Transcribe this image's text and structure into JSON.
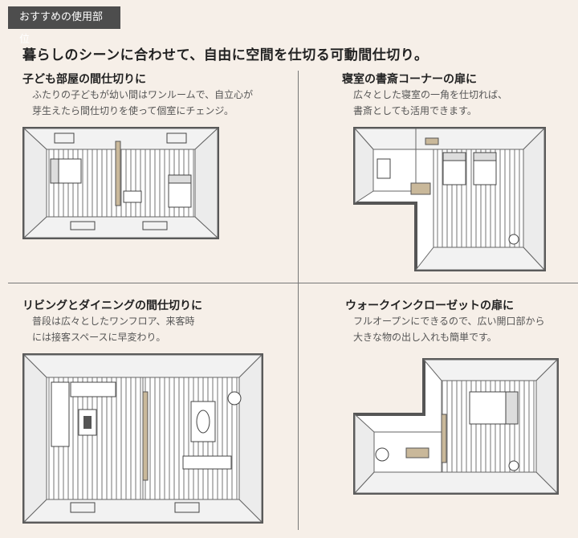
{
  "tag": "おすすめの使用部位",
  "headline": "暮らしのシーンに合わせて、自由に空間を仕切る可動間仕切り。",
  "sections": [
    {
      "title": "子ども部屋の間仕切りに",
      "lines": [
        "ふたりの子どもが幼い間はワンルームで、自立心が",
        "芽生えたら間仕切りを使って個室にチェンジ。"
      ]
    },
    {
      "title": "寝室の書斎コーナーの扉に",
      "lines": [
        "広々とした寝室の一角を仕切れば、",
        "書斎としても活用できます。"
      ]
    },
    {
      "title": "リビングとダイニングの間仕切りに",
      "lines": [
        "普段は広々としたワンフロア、来客時",
        "には接客スペースに早変わり。"
      ]
    },
    {
      "title": "ウォークインクローゼットの扉に",
      "lines": [
        "フルオープンにできるので、広い開口部から",
        "大きな物の出し入れも簡単です。"
      ]
    }
  ],
  "colors": {
    "background": "#f6efe8",
    "tag_bg": "#4d4d4d",
    "wall": "#555555",
    "floor_stripe": "#8a8a8a",
    "accent_door": "#c9b89a"
  }
}
